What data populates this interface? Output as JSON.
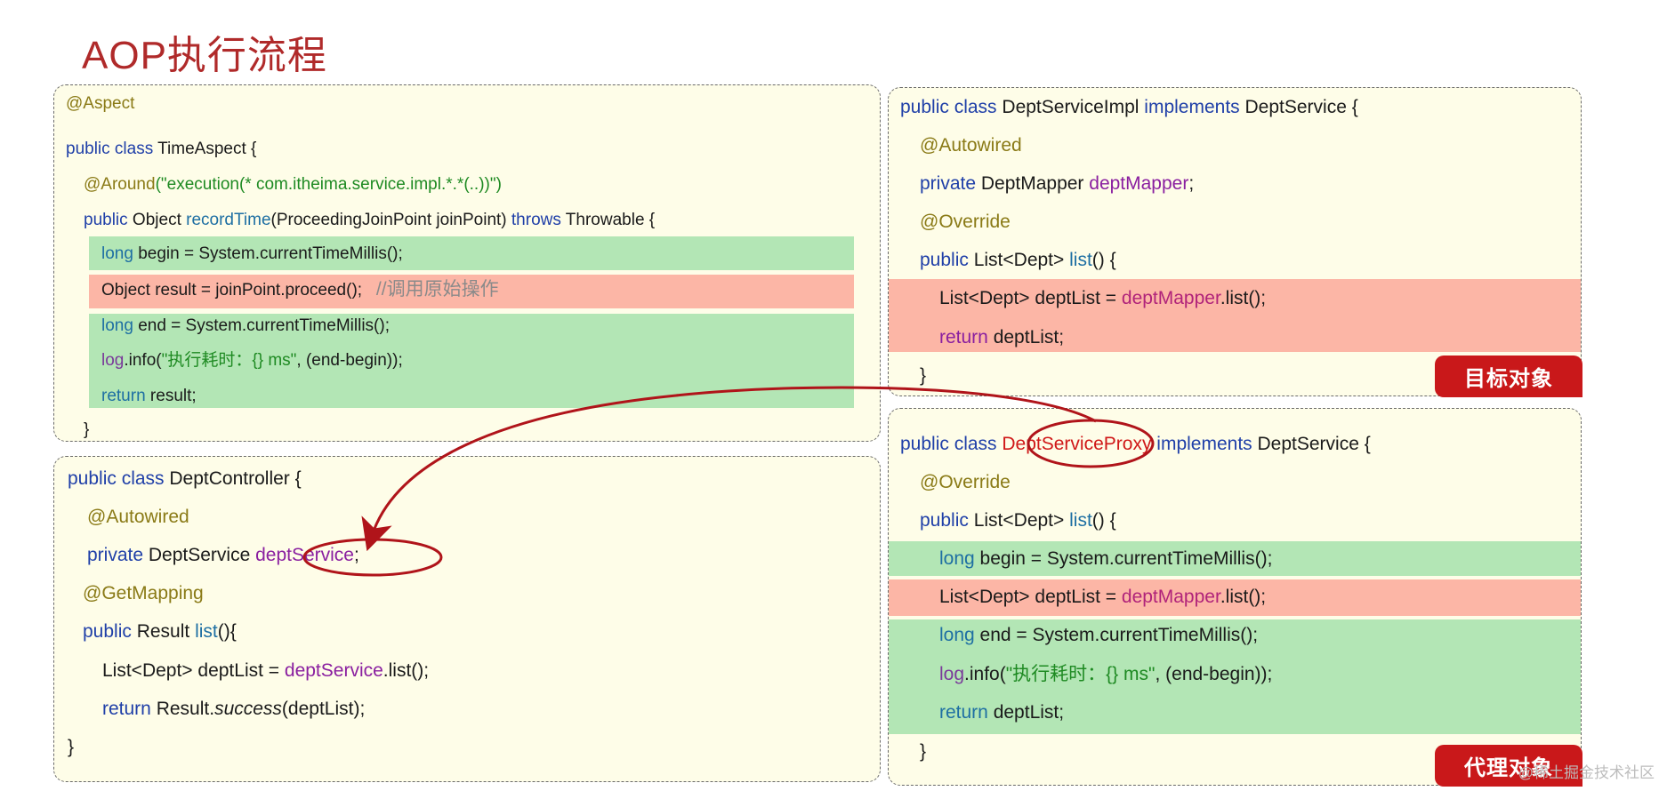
{
  "title": "AOP执行流程",
  "aspect": {
    "annotation": "@Aspect",
    "class_kw": "public class ",
    "class_name": "TimeAspect {",
    "around_ann": "@Around",
    "around_arg": "(\"execution(* com.itheima.service.impl.*.*(..))\")",
    "m_public": "public",
    "m_ret": " Object ",
    "m_name": "recordTime",
    "m_params": "(ProceedingJoinPoint joinPoint) ",
    "m_throws": "throws",
    "m_throwable": " Throwable {",
    "l1_kw": "long",
    "l1_rest": " begin = System.currentTimeMillis();",
    "l2_code": "Object result = joinPoint.proceed();   ",
    "l2_comment": "//调用原始操作",
    "l3_kw": "long",
    "l3_rest": " end = System.currentTimeMillis();",
    "l4_log": "log",
    "l4_a": ".info(",
    "l4_str": "\"执行耗时：{} ms\"",
    "l4_b": ", (end-begin));",
    "l5_kw": "return",
    "l5_rest": " result;",
    "close": "}"
  },
  "controller": {
    "class_kw": "public class ",
    "class_name": "DeptController {",
    "autowired": "@Autowired",
    "f_kw": "private",
    "f_type": " DeptService ",
    "f_name": "deptService",
    "f_end": ";",
    "getmapping": "@GetMapping",
    "m_kw": "public",
    "m_type": " Result ",
    "m_name": "list",
    "m_end": "(){",
    "l1_a": "List<Dept> deptList = ",
    "l1_fld": "deptService",
    "l1_b": ".list();",
    "l2_kw": "return",
    "l2_a": " Result.",
    "l2_ital": "success",
    "l2_b": "(deptList);",
    "close": "}"
  },
  "impl": {
    "kw1": "public class",
    "name": " DeptServiceImpl ",
    "kw2": "implements",
    "iface": " DeptService {",
    "autowired": "@Autowired",
    "f_kw": "private",
    "f_type": " DeptMapper ",
    "f_name": "deptMapper",
    "f_end": ";",
    "override": "@Override",
    "m_kw": "public",
    "m_type": " List<Dept> ",
    "m_name": "list",
    "m_end": "() {",
    "l1_a": "List<Dept> deptList = ",
    "l1_fld": "deptMapper",
    "l1_b": ".list();",
    "l2_kw": "return",
    "l2_rest": " deptList;",
    "close": "}",
    "badge": "目标对象"
  },
  "proxy": {
    "kw1": "public class ",
    "name": "DeptServiceProxy",
    "gap": " ",
    "kw2": "implements",
    "iface": " DeptService {",
    "override": "@Override",
    "m_kw": "public",
    "m_type": " List<Dept> ",
    "m_name": "list",
    "m_end": "() {",
    "l1_kw": "long",
    "l1_rest": " begin = System.currentTimeMillis();",
    "l2_a": "List<Dept> deptList = ",
    "l2_fld": "deptMapper",
    "l2_b": ".list();",
    "l3_kw": "long",
    "l3_rest": " end = System.currentTimeMillis();",
    "l4_log": "log",
    "l4_a": ".info(",
    "l4_str": "\"执行耗时：{} ms\"",
    "l4_b": ", (end-begin));",
    "l5_kw": "return",
    "l5_rest": " deptList;",
    "close": "}",
    "badge": "代理对象"
  },
  "watermark": "@稀土掘金技术社区",
  "colors": {
    "title": "#b02a2a",
    "green_highlight": "#b3e6b5",
    "red_highlight": "#fcb6a6",
    "badge": "#c9181a",
    "arrow": "#b0141a"
  }
}
